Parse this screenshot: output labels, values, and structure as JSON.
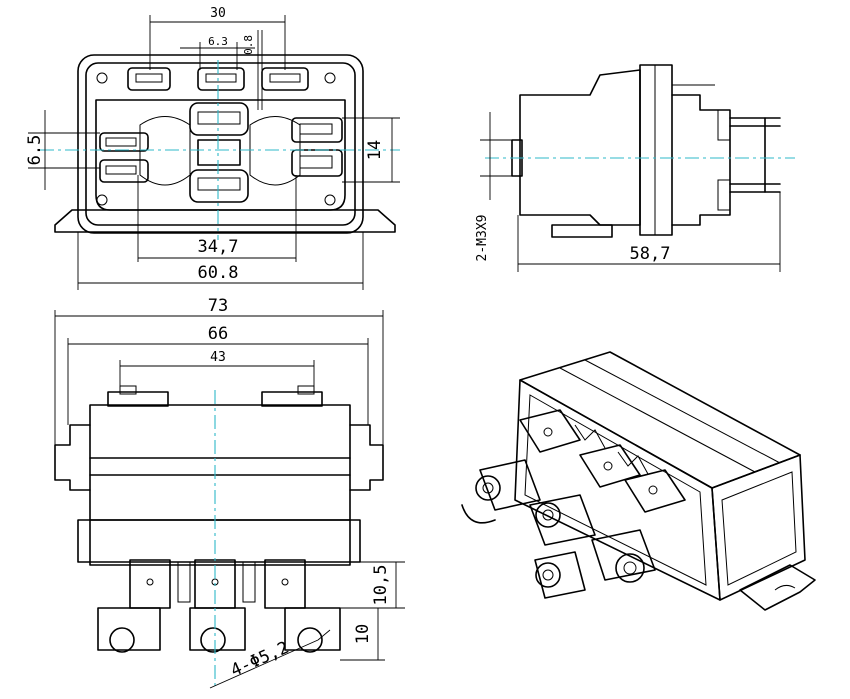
{
  "dimensions": {
    "front": {
      "terminal_span": "30",
      "terminal_width": "6.3",
      "terminal_thickness": "0.8",
      "left_terminal_height": "6.5",
      "right_terminal_height": "14",
      "mount_hole_span": "34,7",
      "body_width": "60.8"
    },
    "side": {
      "screw_spec": "2-M3X9",
      "depth": "58,7"
    },
    "bottom": {
      "overall_width": "73",
      "flange_width": "66",
      "terminal_pitch": "43",
      "terminal_length": "10,5",
      "lug_height": "10",
      "hole_spec": "4-Φ5,2"
    }
  },
  "colors": {
    "line": "#000000",
    "centerline": "#2fb8c8",
    "background": "#ffffff"
  }
}
